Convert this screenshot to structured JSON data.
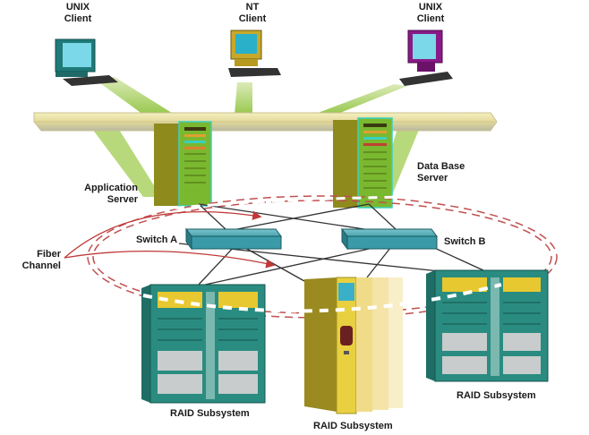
{
  "diagram": {
    "type": "network-topology",
    "clients": [
      {
        "id": "unix-client-left",
        "label_line1": "UNIX",
        "label_line2": "Client",
        "color": "#2a8c8c"
      },
      {
        "id": "nt-client",
        "label_line1": "NT",
        "label_line2": "Client",
        "color": "#c9a830"
      },
      {
        "id": "unix-client-right",
        "label_line1": "UNIX",
        "label_line2": "Client",
        "color": "#8c1e8c"
      }
    ],
    "servers": [
      {
        "id": "application-server",
        "label_line1": "Application",
        "label_line2": "Server"
      },
      {
        "id": "database-server",
        "label_line1": "Data Base",
        "label_line2": "Server"
      }
    ],
    "switches": [
      {
        "id": "switch-a",
        "label": "Switch A"
      },
      {
        "id": "switch-b",
        "label": "Switch B"
      }
    ],
    "storage": [
      {
        "id": "raid-left",
        "label": "RAID Subsystem"
      },
      {
        "id": "raid-center",
        "label": "RAID Subsystem"
      },
      {
        "id": "raid-right",
        "label": "RAID Subsystem"
      }
    ],
    "annotation": {
      "label_line1": "Fiber",
      "label_line2": "Channel"
    },
    "colors": {
      "lan_bus": "#e8e0a0",
      "client_links": "#9ccc3c",
      "switch": "#3a9aa8",
      "server": "#8a8a1e",
      "raid_teal": "#2a8c80",
      "raid_yellow": "#e8d040",
      "fiber_ring": "#c04040",
      "arrow": "#c03838"
    }
  }
}
